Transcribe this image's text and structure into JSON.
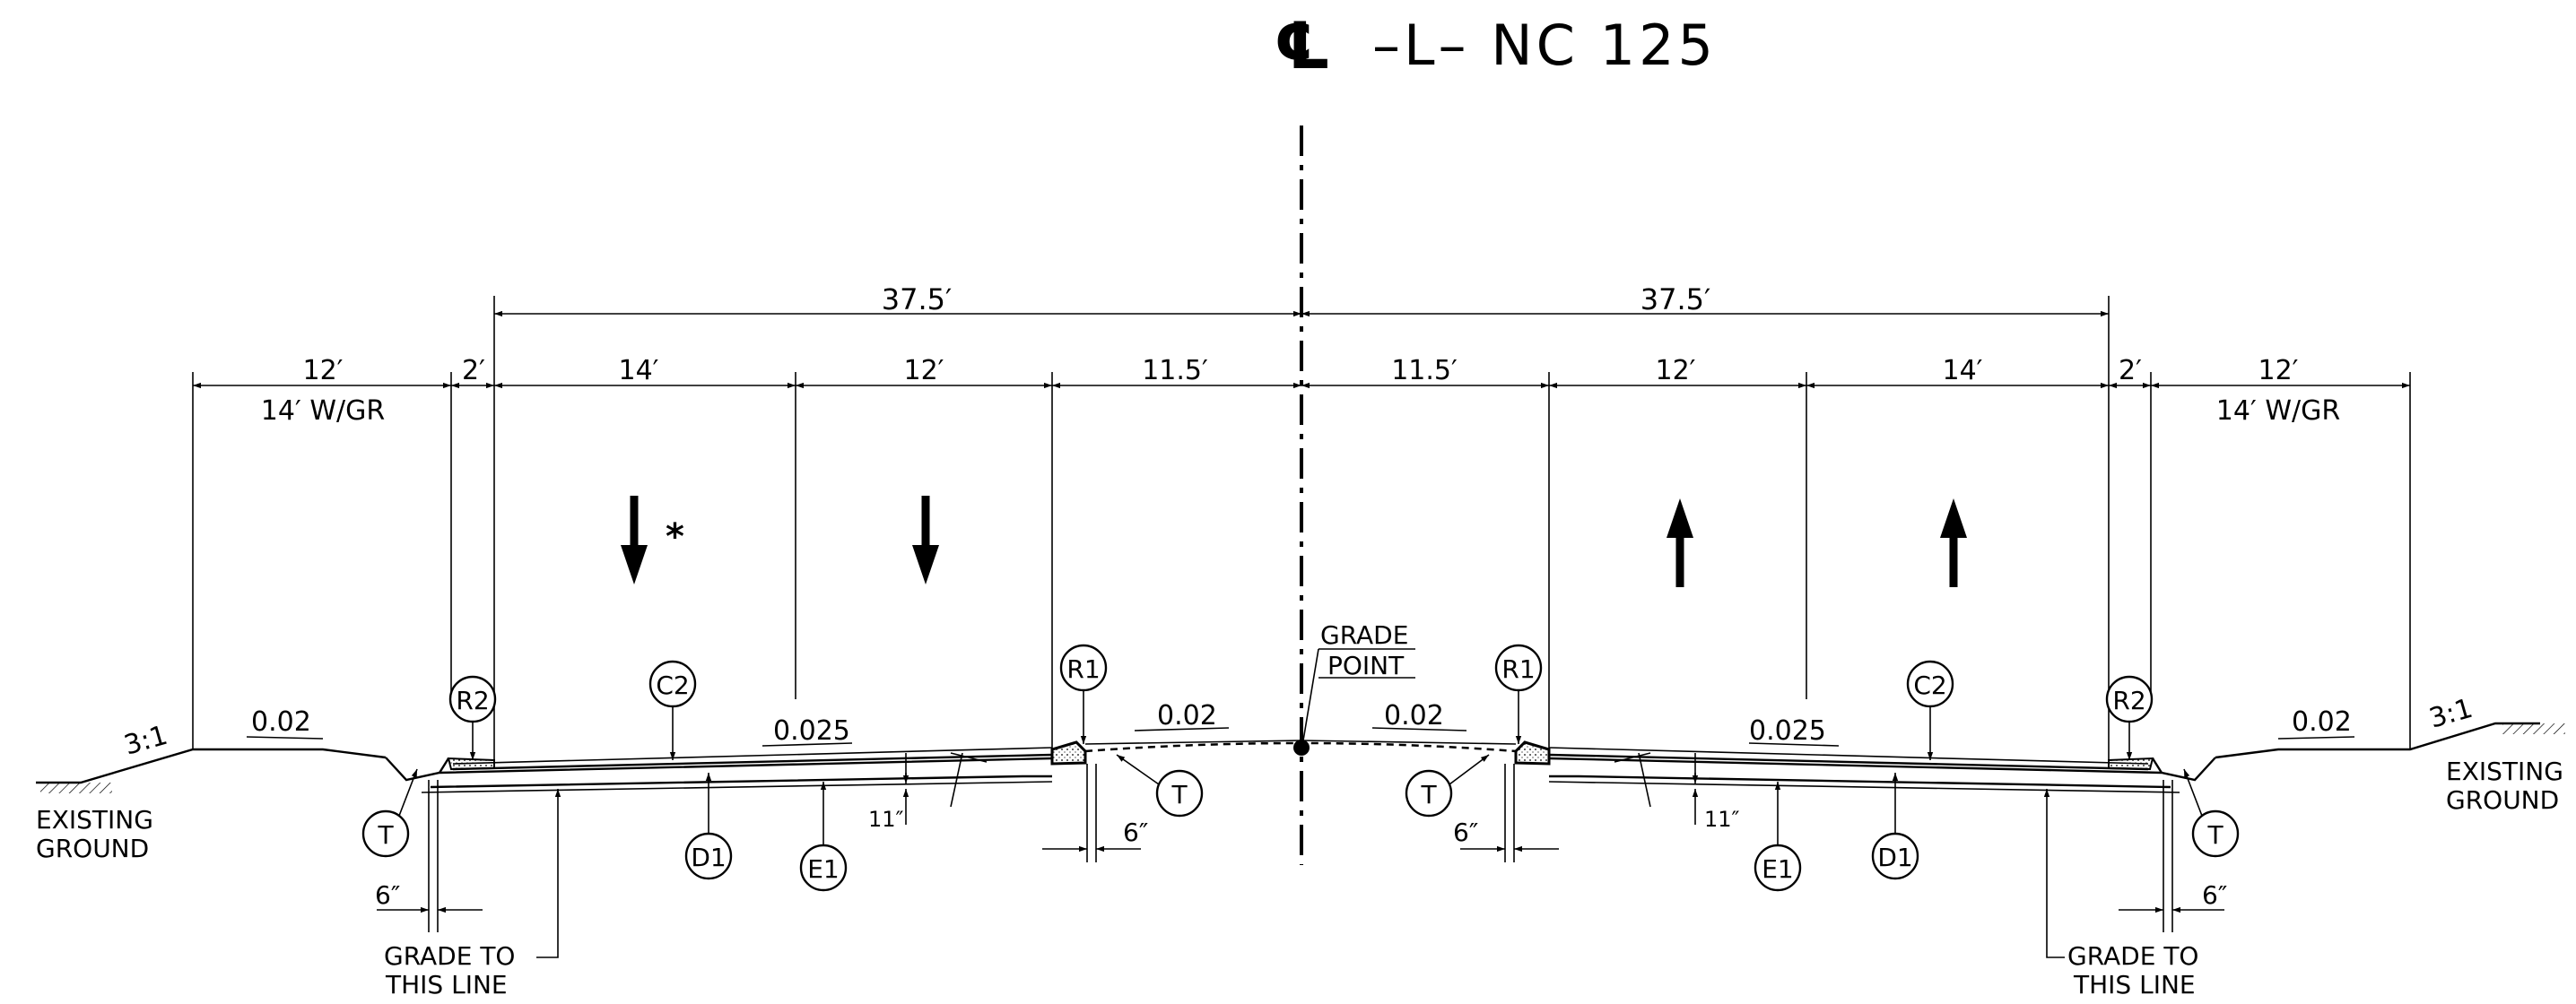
{
  "title": {
    "symbol": "℄",
    "text": "–L– NC 125"
  },
  "dimensions": {
    "half_left": "37.5′",
    "half_right": "37.5′",
    "left": {
      "shoulder": "12′",
      "shoulder_gr": "14′ W/GR",
      "gutter": "2′",
      "outer_lane": "14′",
      "inner_lane": "12′",
      "median": "11.5′"
    },
    "right": {
      "median": "11.5′",
      "inner_lane": "12′",
      "outer_lane": "14′",
      "gutter": "2′",
      "shoulder": "12′",
      "shoulder_gr": "14′ W/GR"
    }
  },
  "lane_arrows": {
    "left_note": "*"
  },
  "slopes": {
    "left_shoulder": "0.02",
    "left_travel": "0.025",
    "left_median": "0.02",
    "right_median": "0.02",
    "right_travel": "0.025",
    "right_shoulder": "0.02",
    "left_side": "3:1",
    "right_side": "3:1"
  },
  "labels": {
    "grade_point_1": "GRADE",
    "grade_point_2": "POINT",
    "existing_ground_1": "EXISTING",
    "existing_ground_2": "GROUND",
    "grade_to_1": "GRADE TO",
    "grade_to_2": "THIS LINE",
    "six_inch": "6″",
    "eleven_inch": "11″"
  },
  "callouts": {
    "r1": "R1",
    "r2": "R2",
    "c2": "C2",
    "d1": "D1",
    "e1": "E1",
    "t": "T"
  }
}
